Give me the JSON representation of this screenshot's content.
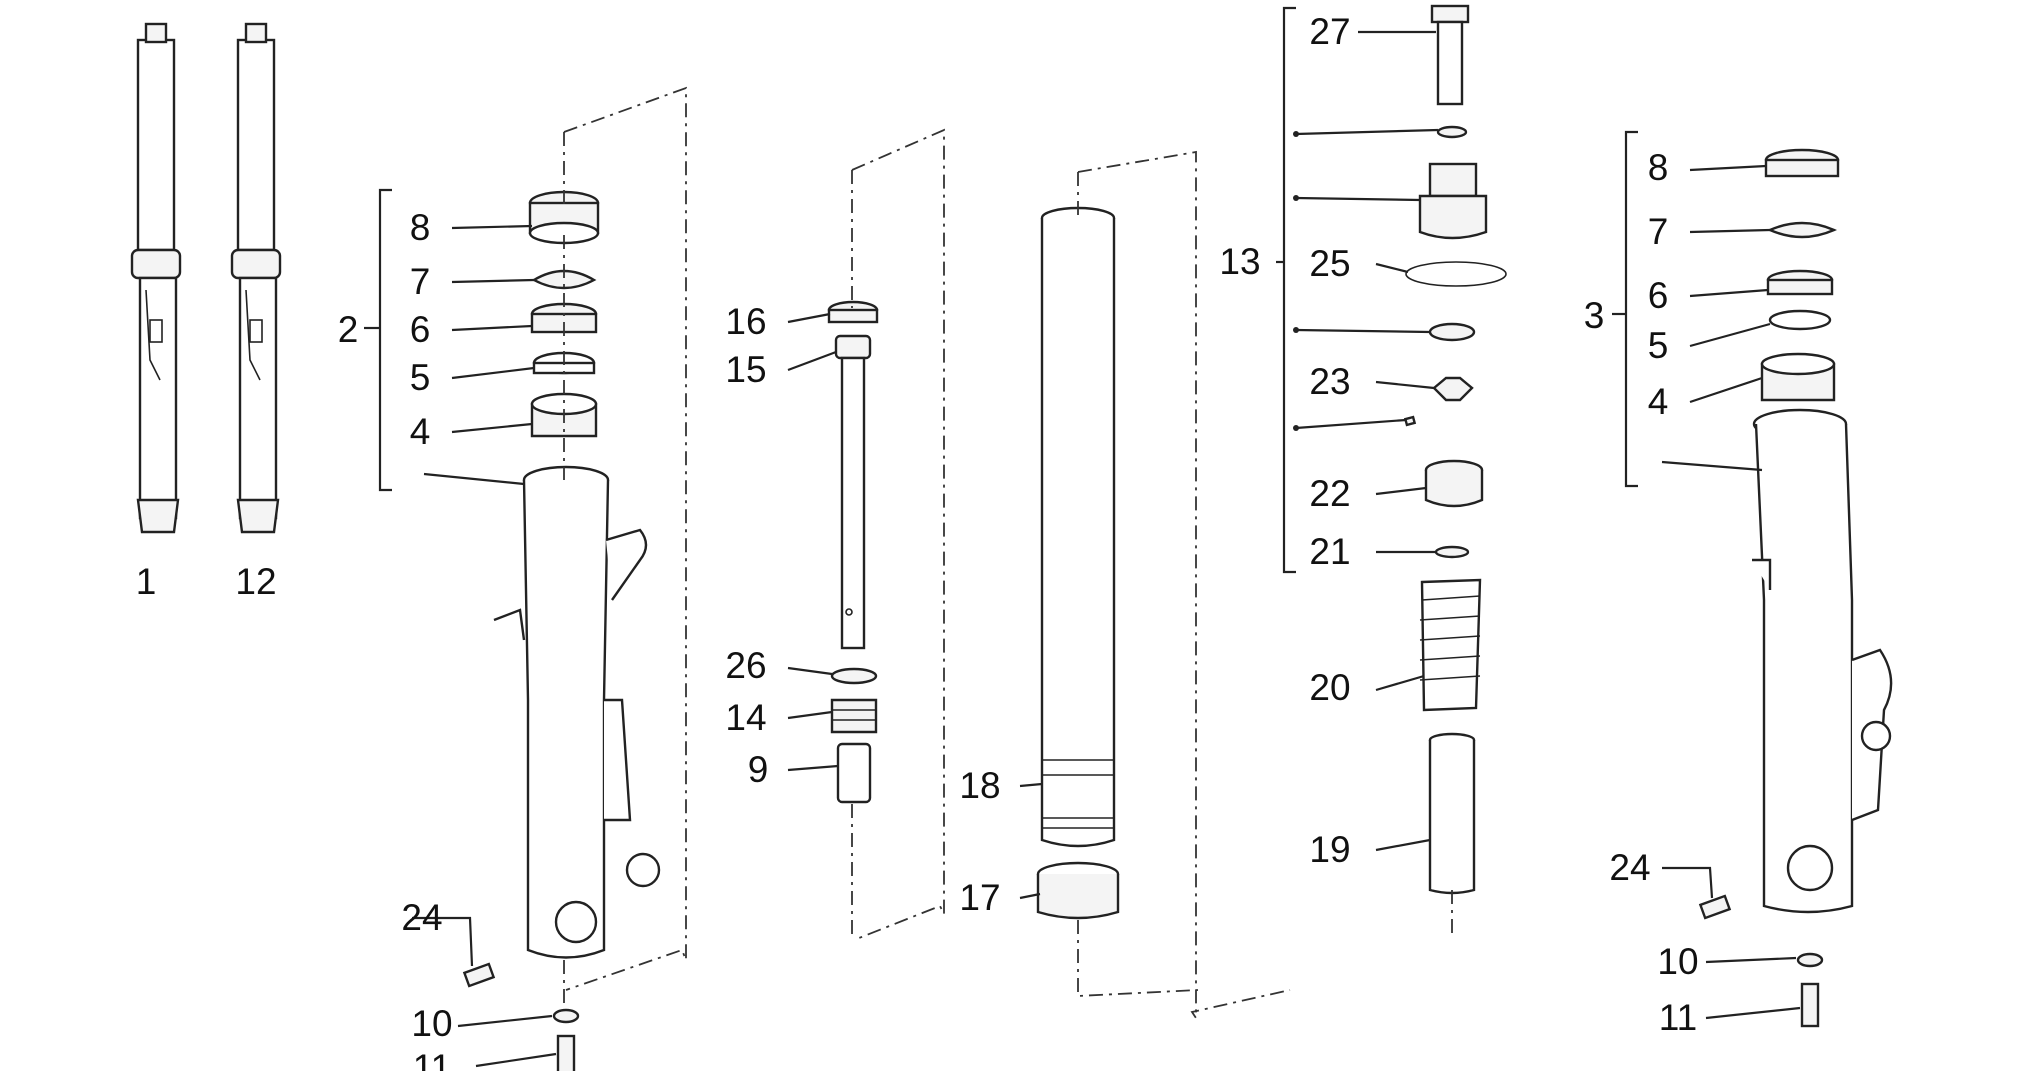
{
  "diagram": {
    "callouts": [
      "1",
      "12",
      "2",
      "3",
      "4",
      "5",
      "6",
      "7",
      "8",
      "9",
      "10",
      "11",
      "13",
      "14",
      "15",
      "16",
      "17",
      "18",
      "19",
      "20",
      "21",
      "22",
      "23",
      "24",
      "25",
      "26",
      "27"
    ]
  }
}
